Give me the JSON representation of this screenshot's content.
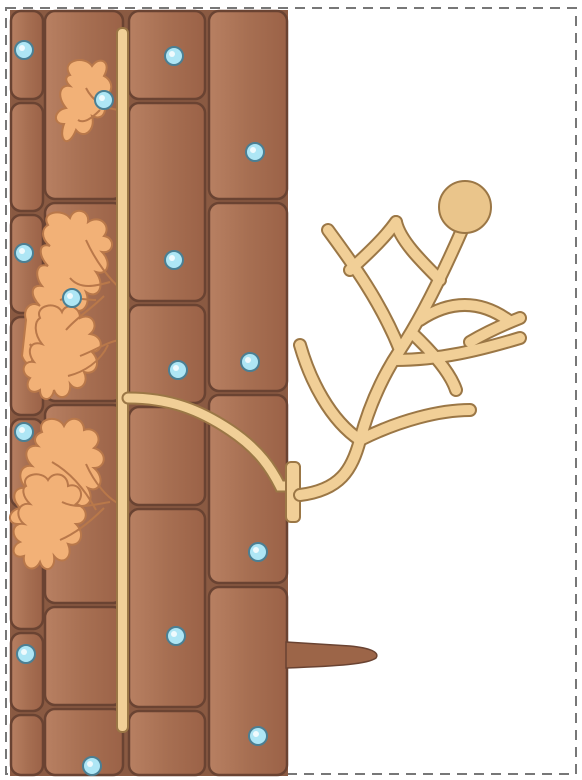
{
  "diagram": {
    "description_labels": [],
    "colors": {
      "cell_fill": "#a86f52",
      "cell_fill_light": "#b77c5e",
      "cell_outline": "#6a4332",
      "hypha_fill": "#f1cf97",
      "hypha_outline": "#9b7746",
      "arbuscule_fill": "#f2b177",
      "arbuscule_outline": "#b9784a",
      "spore_fill": "#eac58b",
      "vesicle_fill": "#aee6f5",
      "vesicle_outline": "#4b7f93",
      "frame_dash": "#777777",
      "background": "#ffffff"
    },
    "icons": [
      "root-cell",
      "arbuscule",
      "fungal-hypha",
      "spore",
      "phosphate-particle",
      "root-hair",
      "hyphopodium"
    ]
  }
}
